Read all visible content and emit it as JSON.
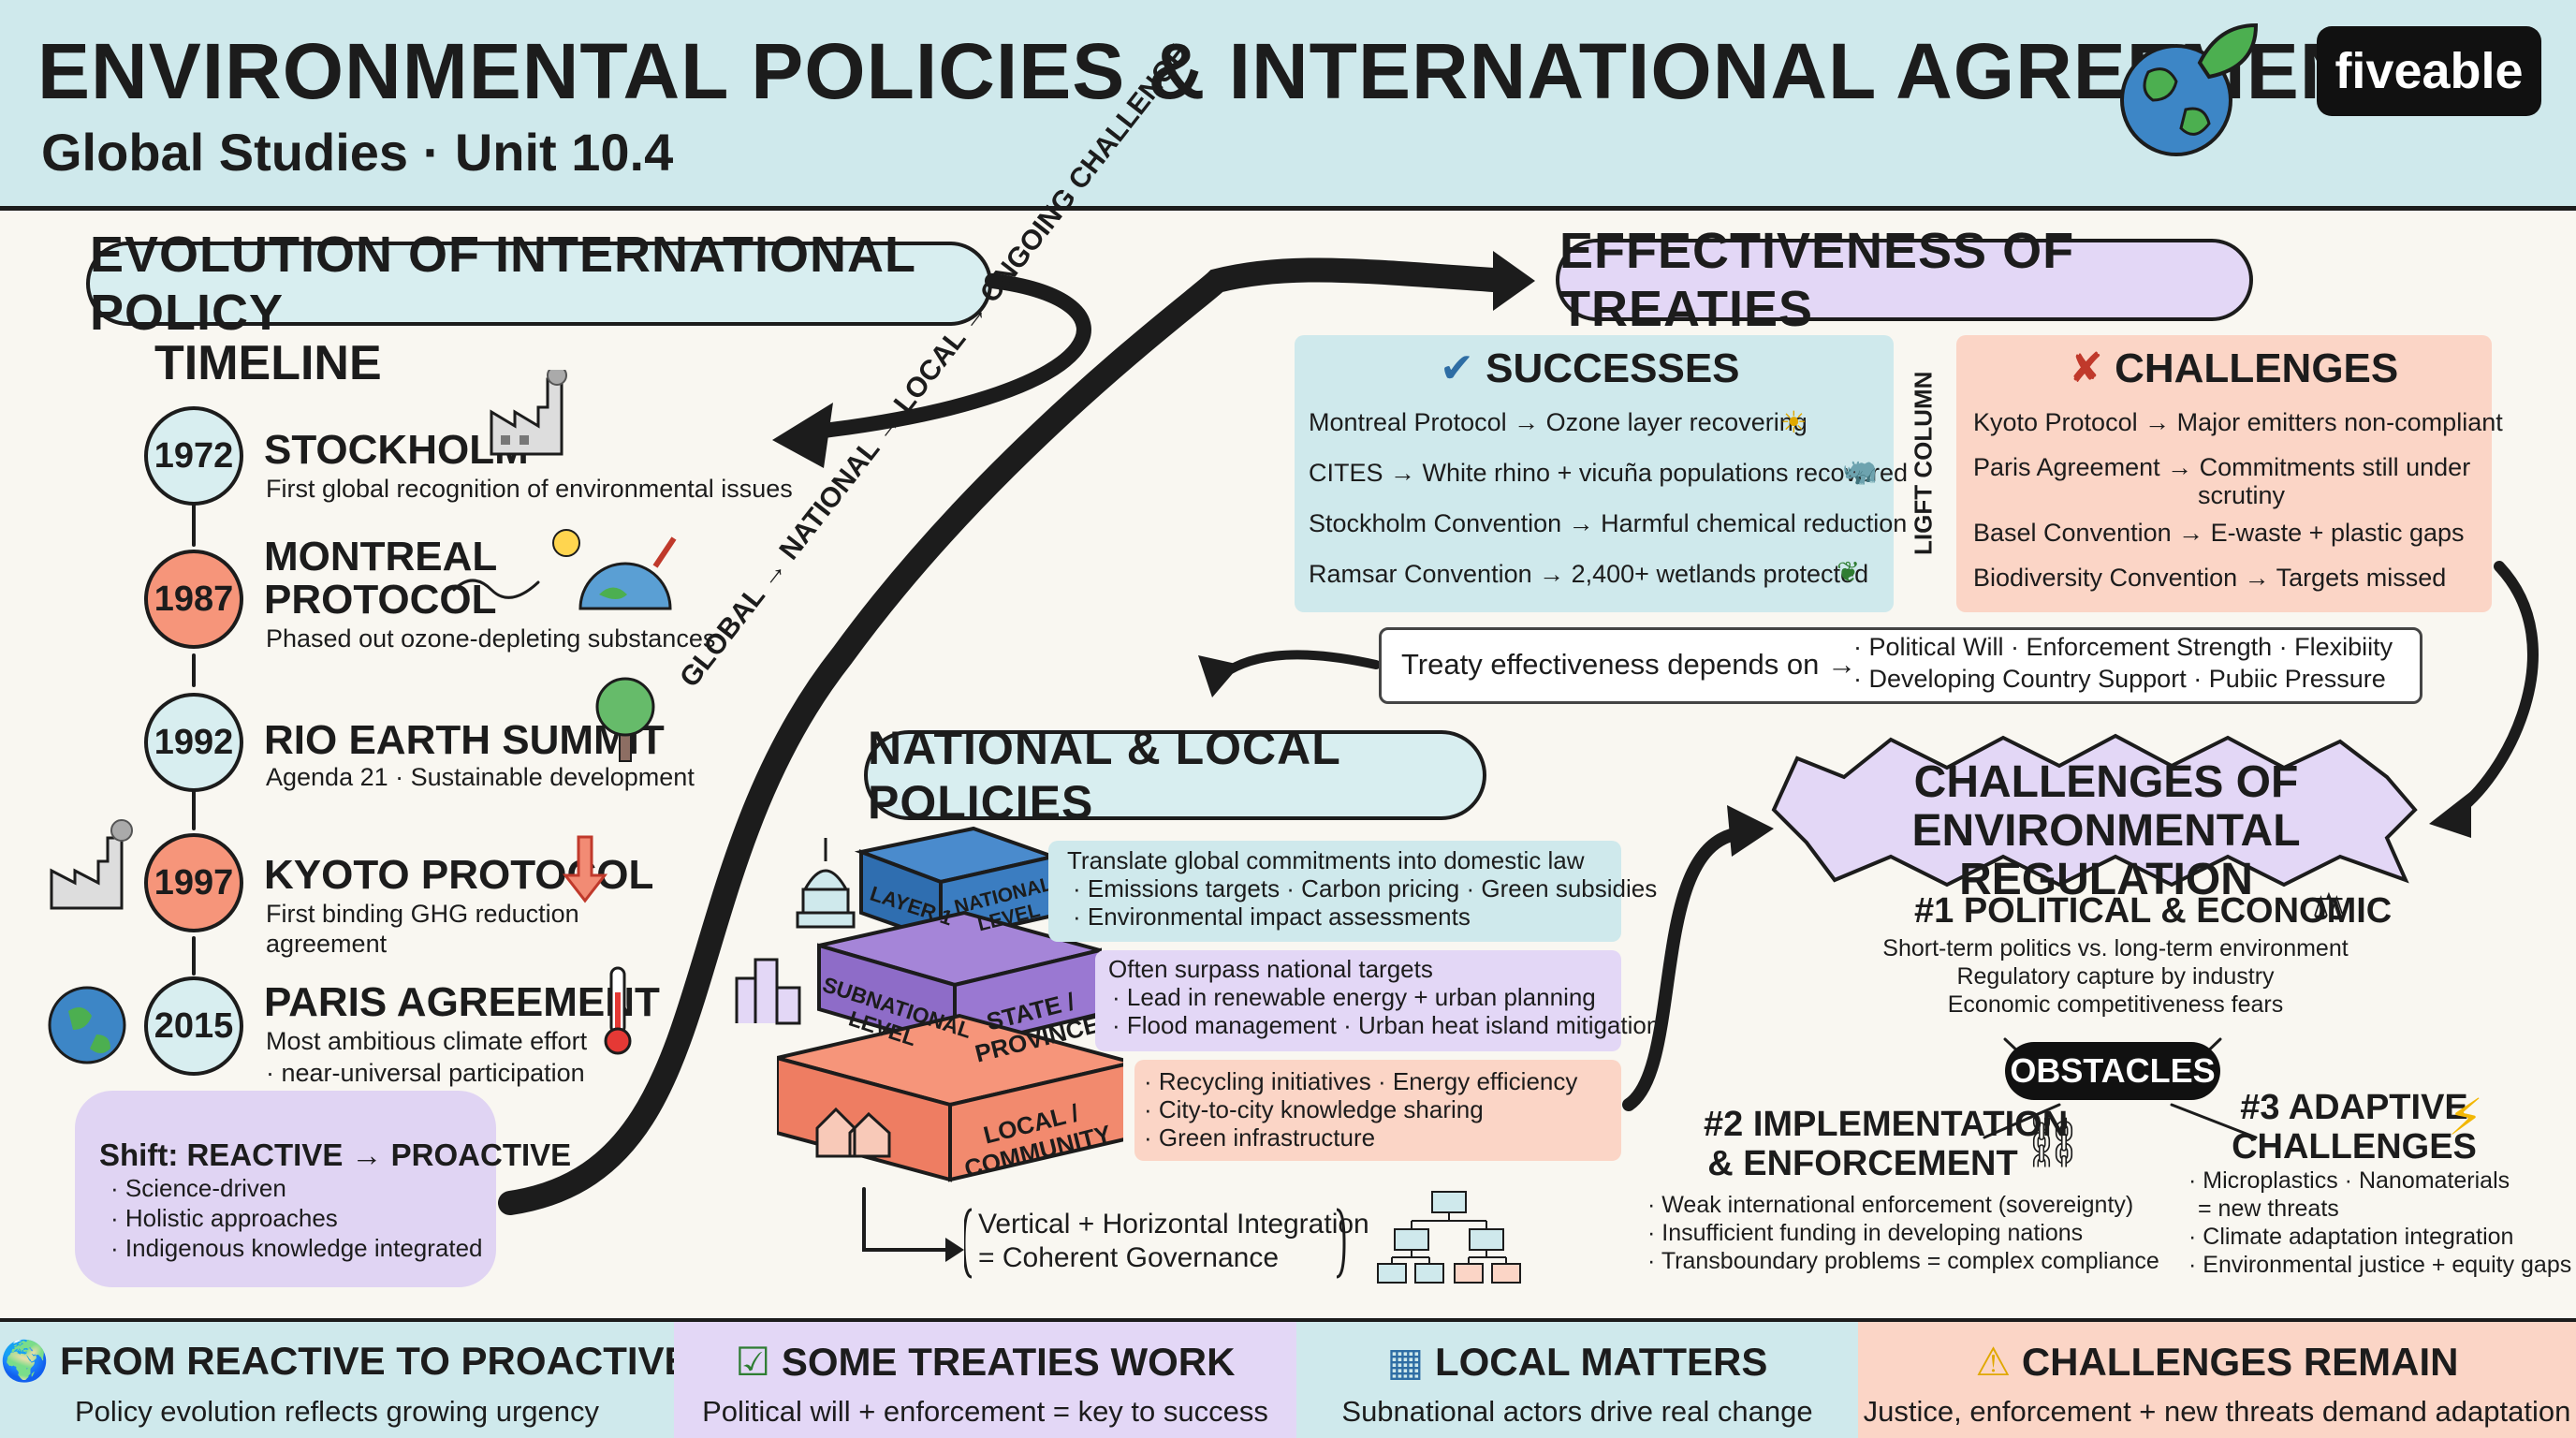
{
  "header": {
    "title": "ENVIRONMENTAL POLICIES & INTERNATIONAL AGREEMENTS",
    "subtitle": "Global Studies · Unit 10.4",
    "brand": "fiveable",
    "globe_icon": "globe-leaf-icon"
  },
  "evolution": {
    "heading": "EVOLUTION OF INTERNATIONAL POLICY",
    "timeline_title": "TIMELINE",
    "events": [
      {
        "year": "1972",
        "title": "STOCKHOLM",
        "desc": "First global recognition of environmental issues",
        "icon": "factory-icon"
      },
      {
        "year": "1987",
        "title_1": "MONTREAL",
        "title_2": "PROTOCOL",
        "desc": "Phased out ozone-depleting substances",
        "icon": "ozone-globe-icon"
      },
      {
        "year": "1992",
        "title": "RIO EARTH SUMMIT",
        "desc": "Agenda 21 · Sustainable development",
        "icon": "tree-icon"
      },
      {
        "year": "1997",
        "title": "KYOTO PROTOCOL",
        "desc_1": "First binding GHG reduction",
        "desc_2": "agreement",
        "icon": "down-arrow-icon"
      },
      {
        "year": "2015",
        "title": "PARIS AGREEMENT",
        "desc_1": "Most ambitious climate effort",
        "desc_2": "· near-universal participation",
        "icon": "thermometer-icon"
      }
    ],
    "shift": {
      "title": "Shift: REACTIVE → PROACTIVE",
      "items": [
        "· Science-driven",
        "· Holistic approaches",
        "· Indigenous knowledge integrated"
      ]
    }
  },
  "flow_label": "GLOBAL → NATIONAL → LOCAL → ONGOING CHALLENGE",
  "effectiveness": {
    "heading": "EFFECTIVENESS OF TREATIES",
    "successes": {
      "title": "SUCCESSES",
      "items": [
        "Montreal Protocol → Ozone layer recovering",
        "CITES → White rhino + vicuña populations recovered",
        "Stockholm Convention → Harmful chemical reduction",
        "Ramsar Convention → 2,400+ wetlands protected"
      ]
    },
    "column_label": "LIGFT COLUMN",
    "challenges": {
      "title": "CHALLENGES",
      "items": [
        "Kyoto Protocol → Major emitters non-compliant",
        "Paris Agreement → Commitments still under",
        "scrutiny",
        "Basel Convention → E-waste + plastic gaps",
        "Biodiversity Convention → Targets missed"
      ]
    },
    "depends_label": "Treaty effectiveness depends on →",
    "depends_1": "· Political Will · Enforcement Strength · Flexibiity",
    "depends_2": "· Developing Country Support · Pubiic Pressure"
  },
  "national": {
    "heading": "NATIONAL & LOCAL POLICIES",
    "tiers": [
      {
        "face_1": "LAYER 1",
        "face_2": "NATIONAL LEVEL",
        "lines": [
          "Translate global commitments into domestic law",
          "· Emissions targets · Carbon pricing · Green subsidies",
          "· Environmental impact assessments"
        ],
        "color": "#cfe9ec"
      },
      {
        "face_1": "SUBNATIONAL LEVEL",
        "face_2": "STATE / PROVINCE",
        "lines": [
          "Often surpass national targets",
          "· Lead in renewable energy + urban planning",
          "· Flood management · Urban heat island mitigation"
        ],
        "color": "#e3d7f6"
      },
      {
        "face_1": "",
        "face_2": "LOCAL / COMMUNITY",
        "lines": [
          "· Recycling initiatives · Energy efficiency",
          "· City-to-city knowledge sharing",
          "· Green infrastructure"
        ],
        "color": "#fbd5c6"
      }
    ],
    "integration_1": "Vertical + Horizontal Integration",
    "integration_2": "= Coherent Governance"
  },
  "regulation": {
    "heading_1": "CHALLENGES OF",
    "heading_2": "ENVIRONMENTAL REGULATION",
    "obstacles": "OBSTACLES",
    "c1": {
      "title": "#1 POLITICAL & ECONOMIC",
      "items": [
        "Short-term politics vs. long-term environment",
        "Regulatory capture by industry",
        "Economic competitiveness fears"
      ]
    },
    "c2": {
      "title_1": "#2 IMPLEMENTATION",
      "title_2": "& ENFORCEMENT",
      "items": [
        "· Weak international enforcement (sovereignty)",
        "· Insufficient funding in developing nations",
        "· Transboundary problems = complex compliance"
      ]
    },
    "c3": {
      "title_1": "#3 ADAPTIVE",
      "title_2": "CHALLENGES",
      "items": [
        "· Microplastics · Nanomaterials",
        "= new threats",
        "· Climate adaptation integration",
        "· Environmental justice + equity gaps"
      ]
    }
  },
  "footer": [
    {
      "title": "FROM REACTIVE TO PROACTIVE",
      "sub": "Policy evolution reflects growing urgency",
      "color": "#cfe9ec",
      "icon": "globe-icon"
    },
    {
      "title": "SOME TREATIES WORK",
      "sub": "Political will + enforcement = key to success",
      "color": "#e3d7f6",
      "icon": "check-box-icon"
    },
    {
      "title": "LOCAL MATTERS",
      "sub": "Subnational actors drive real change",
      "color": "#cfe9ec",
      "icon": "buildings-icon"
    },
    {
      "title": "CHALLENGES REMAIN",
      "sub": "Justice, enforcement + new threats demand adaptation",
      "color": "#fbd5c6",
      "icon": "warning-icon"
    }
  ]
}
